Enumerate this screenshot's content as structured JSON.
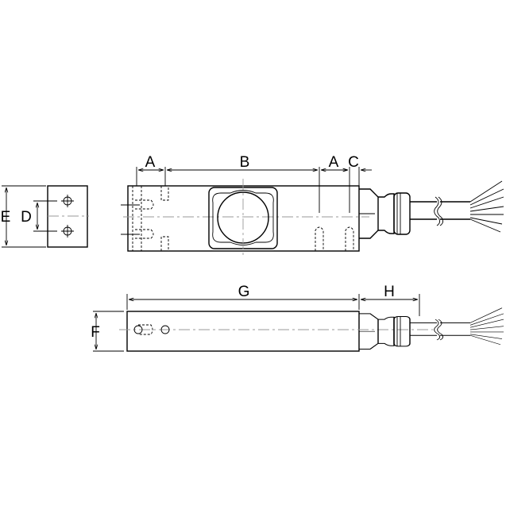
{
  "labels": {
    "A1": "A",
    "B": "B",
    "A2": "A",
    "C": "C",
    "D": "D",
    "E": "E",
    "F": "F",
    "G": "G",
    "H": "H"
  },
  "colors": {
    "line": "#000000",
    "centerline": "#999999",
    "background": "#ffffff"
  }
}
